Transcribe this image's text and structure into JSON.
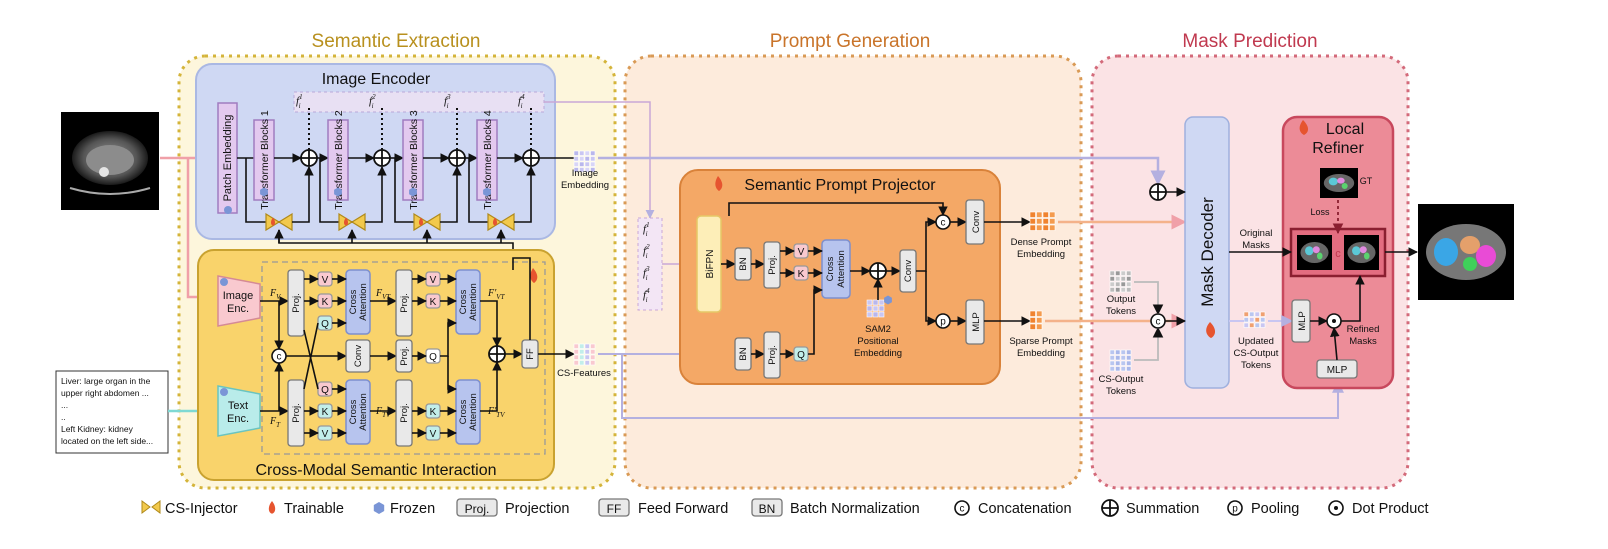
{
  "sections": {
    "semantic_extraction": "Semantic Extraction",
    "prompt_generation": "Prompt Generation",
    "mask_prediction": "Mask Prediction"
  },
  "image_encoder": {
    "title": "Image Encoder",
    "patch_embedding": "Patch Embedding",
    "blocks": [
      "Transformer Blocks 1",
      "Transformer Blocks 2",
      "Transformer Blocks 3",
      "Transformer Blocks 4"
    ],
    "features": [
      "f",
      "f",
      "f",
      "f"
    ],
    "feature_sup": [
      "1",
      "2",
      "3",
      "4"
    ],
    "feature_sub": "i",
    "image_embedding": [
      "Image",
      "Embedding"
    ]
  },
  "cross_modal": {
    "title": "Cross-Modal Semantic Interaction",
    "image_enc": [
      "Image",
      "Enc."
    ],
    "text_enc": [
      "Text",
      "Enc."
    ],
    "proj": "Proj.",
    "conv": "Conv",
    "cross_attention": [
      "Cross",
      "Attention"
    ],
    "v": "V",
    "k": "K",
    "q": "Q",
    "c": "c",
    "ff": "FF",
    "f_v": "F",
    "sub_v": "V",
    "sub_t": "T",
    "sub_vt": "VT",
    "sub_tv": "TV",
    "prime": "′",
    "cs_features": "CS-Features"
  },
  "text_input": {
    "lines": [
      "Liver: large organ in the",
      "upper right abdomen ...",
      "...",
      "..",
      "Left Kidney: kidney",
      "located on the left side..."
    ]
  },
  "prompt_projector": {
    "title": "Semantic Prompt Projector",
    "bifpn": "BiFPN",
    "bn": "BN",
    "proj": "Proj.",
    "v": "V",
    "k": "K",
    "q": "Q",
    "cross_attention": [
      "Cross",
      "Attention"
    ],
    "conv": "Conv",
    "mlp": "MLP",
    "c": "c",
    "p": "p",
    "sam2": [
      "SAM2",
      "Positional",
      "Embedding"
    ],
    "dense": [
      "Dense Prompt",
      "Embedding"
    ],
    "sparse": [
      "Sparse Prompt",
      "Embedding"
    ]
  },
  "mask_prediction": {
    "output_tokens": [
      "Output",
      "Tokens"
    ],
    "cs_output_tokens": [
      "CS-Output",
      "Tokens"
    ],
    "mask_decoder": "Mask Decoder",
    "updated_tokens": [
      "Updated",
      "CS-Output",
      "Tokens"
    ],
    "original_masks": [
      "Original",
      "Masks"
    ],
    "refined_masks": [
      "Refined",
      "Masks"
    ],
    "local_refiner": [
      "Local",
      "Refiner"
    ],
    "gt": "GT",
    "loss": "Loss",
    "mlp": "MLP",
    "c": "c"
  },
  "legend": {
    "cs_injector": "CS-Injector",
    "trainable": "Trainable",
    "frozen": "Frozen",
    "proj_box": "Proj.",
    "projection": "Projection",
    "ff_box": "FF",
    "feed_forward": "Feed Forward",
    "bn_box": "BN",
    "batch_norm": "Batch Normalization",
    "c_sym": "c",
    "concatenation": "Concatenation",
    "summation": "Summation",
    "p_sym": "p",
    "pooling": "Pooling",
    "dot_product": "Dot Product"
  },
  "colors": {
    "semantic_border": "#d4b43a",
    "semantic_title": "#b8901e",
    "prompt_border": "#d99a55",
    "prompt_title": "#c9742a",
    "mask_border": "#d36a7a",
    "mask_title": "#c0394f",
    "encoder_fill": "#cfd8f3",
    "cross_fill": "#f9d36b",
    "projector_fill": "#f4a866",
    "refiner_fill": "#ec8b97"
  }
}
